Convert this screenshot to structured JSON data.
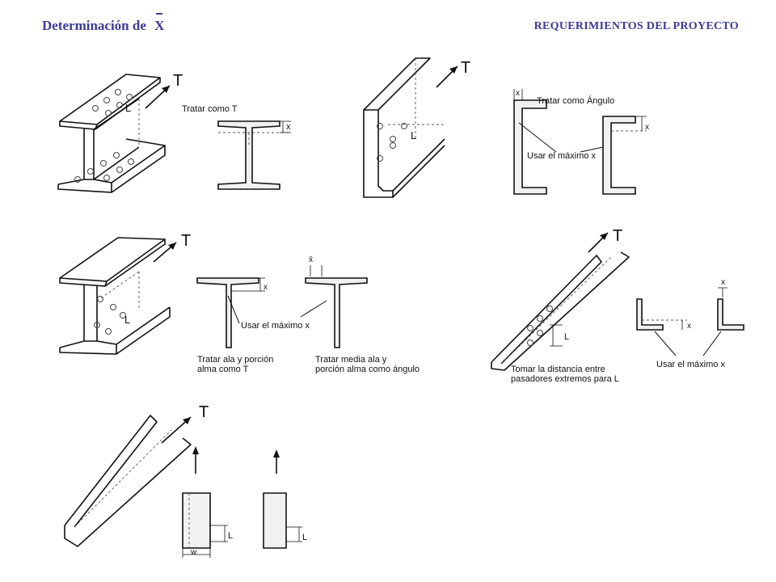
{
  "header": {
    "title": "Determinación de",
    "title_symbol": "X",
    "section": "REQUERIMIENTOS DEL PROYECTO"
  },
  "labels": {
    "T": "T",
    "L": "L",
    "x": "x",
    "xbar": "x̄",
    "w": "w"
  },
  "panel1": {
    "caption": "Tratar como T"
  },
  "panel2": {
    "caption": "Tratar como Ángulo",
    "note": "Usar el máximo x"
  },
  "panel3": {
    "note": "Usar el máximo x",
    "caption_left_1": "Tratar ala y porción",
    "caption_left_2": "alma como T",
    "caption_right_1": "Tratar media ala y",
    "caption_right_2": "porción alma como ángulo"
  },
  "panel4": {
    "caption_1": "Tomar la distancia entre",
    "caption_2": "pasadores extremos para L",
    "note": "Usar el máximo x"
  },
  "colors": {
    "header": "#3a3a9a",
    "line": "#111111"
  }
}
